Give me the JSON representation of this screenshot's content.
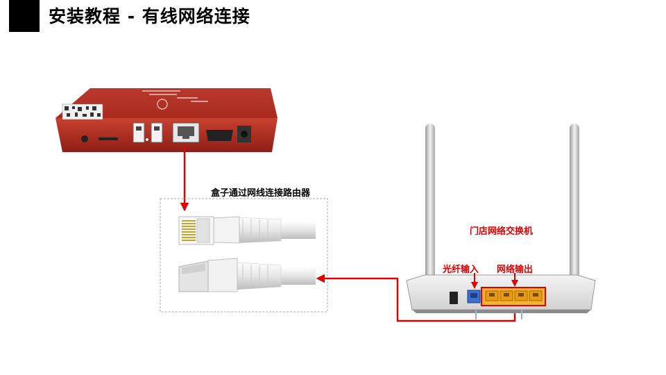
{
  "header": {
    "title": "安装教程 - 有线网络连接"
  },
  "labels": {
    "cable_caption": "盒子通过网线连接路由器",
    "switch_caption": "门店网络交换机",
    "fiber_input": "光纤输入",
    "network_output": "网络输出"
  },
  "colors": {
    "accent": "#e00000",
    "box_body": "#c0392b",
    "port_highlight": "#f0a020"
  }
}
